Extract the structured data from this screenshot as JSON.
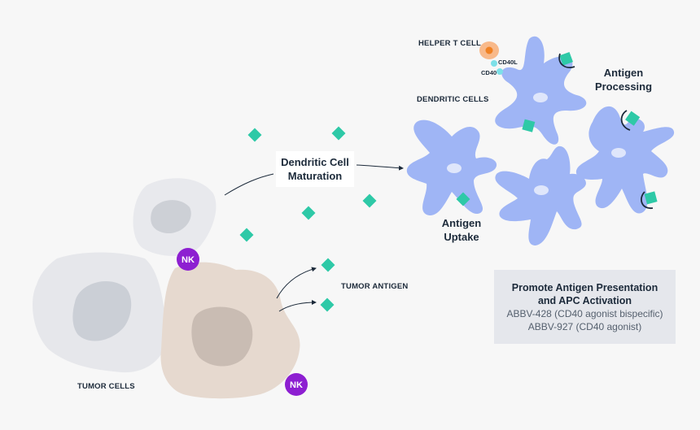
{
  "labels": {
    "helper_t_cell": "HELPER T CELL",
    "cd40l": "CD40L",
    "cd40": "CD40",
    "dendritic_cells": "DENDRITIC CELLS",
    "antigen_processing_1": "Antigen",
    "antigen_processing_2": "Processing",
    "antigen_uptake_1": "Antigen",
    "antigen_uptake_2": "Uptake",
    "maturation_1": "Dendritic Cell",
    "maturation_2": "Maturation",
    "tumor_antigen": "TUMOR ANTIGEN",
    "tumor_cells": "TUMOR CELLS",
    "nk": "NK"
  },
  "promo": {
    "title_1": "Promote Antigen Presentation",
    "title_2": "and APC Activation",
    "drug_1": "ABBV-428 (CD40 agonist bispecific)",
    "drug_2": "ABBV-927 (CD40 agonist)"
  },
  "colors": {
    "background": "#f7f7f7",
    "dendritic_cell": "#9fb5f5",
    "antigen": "#2ec9a7",
    "tumor_cell_gray": "#e5e6ea",
    "tumor_cell_beige": "#e6d9cf",
    "nk_cell": "#8d1fd1",
    "helper_t_cell": "#f8b98a",
    "text_dark": "#1c2a3a"
  }
}
